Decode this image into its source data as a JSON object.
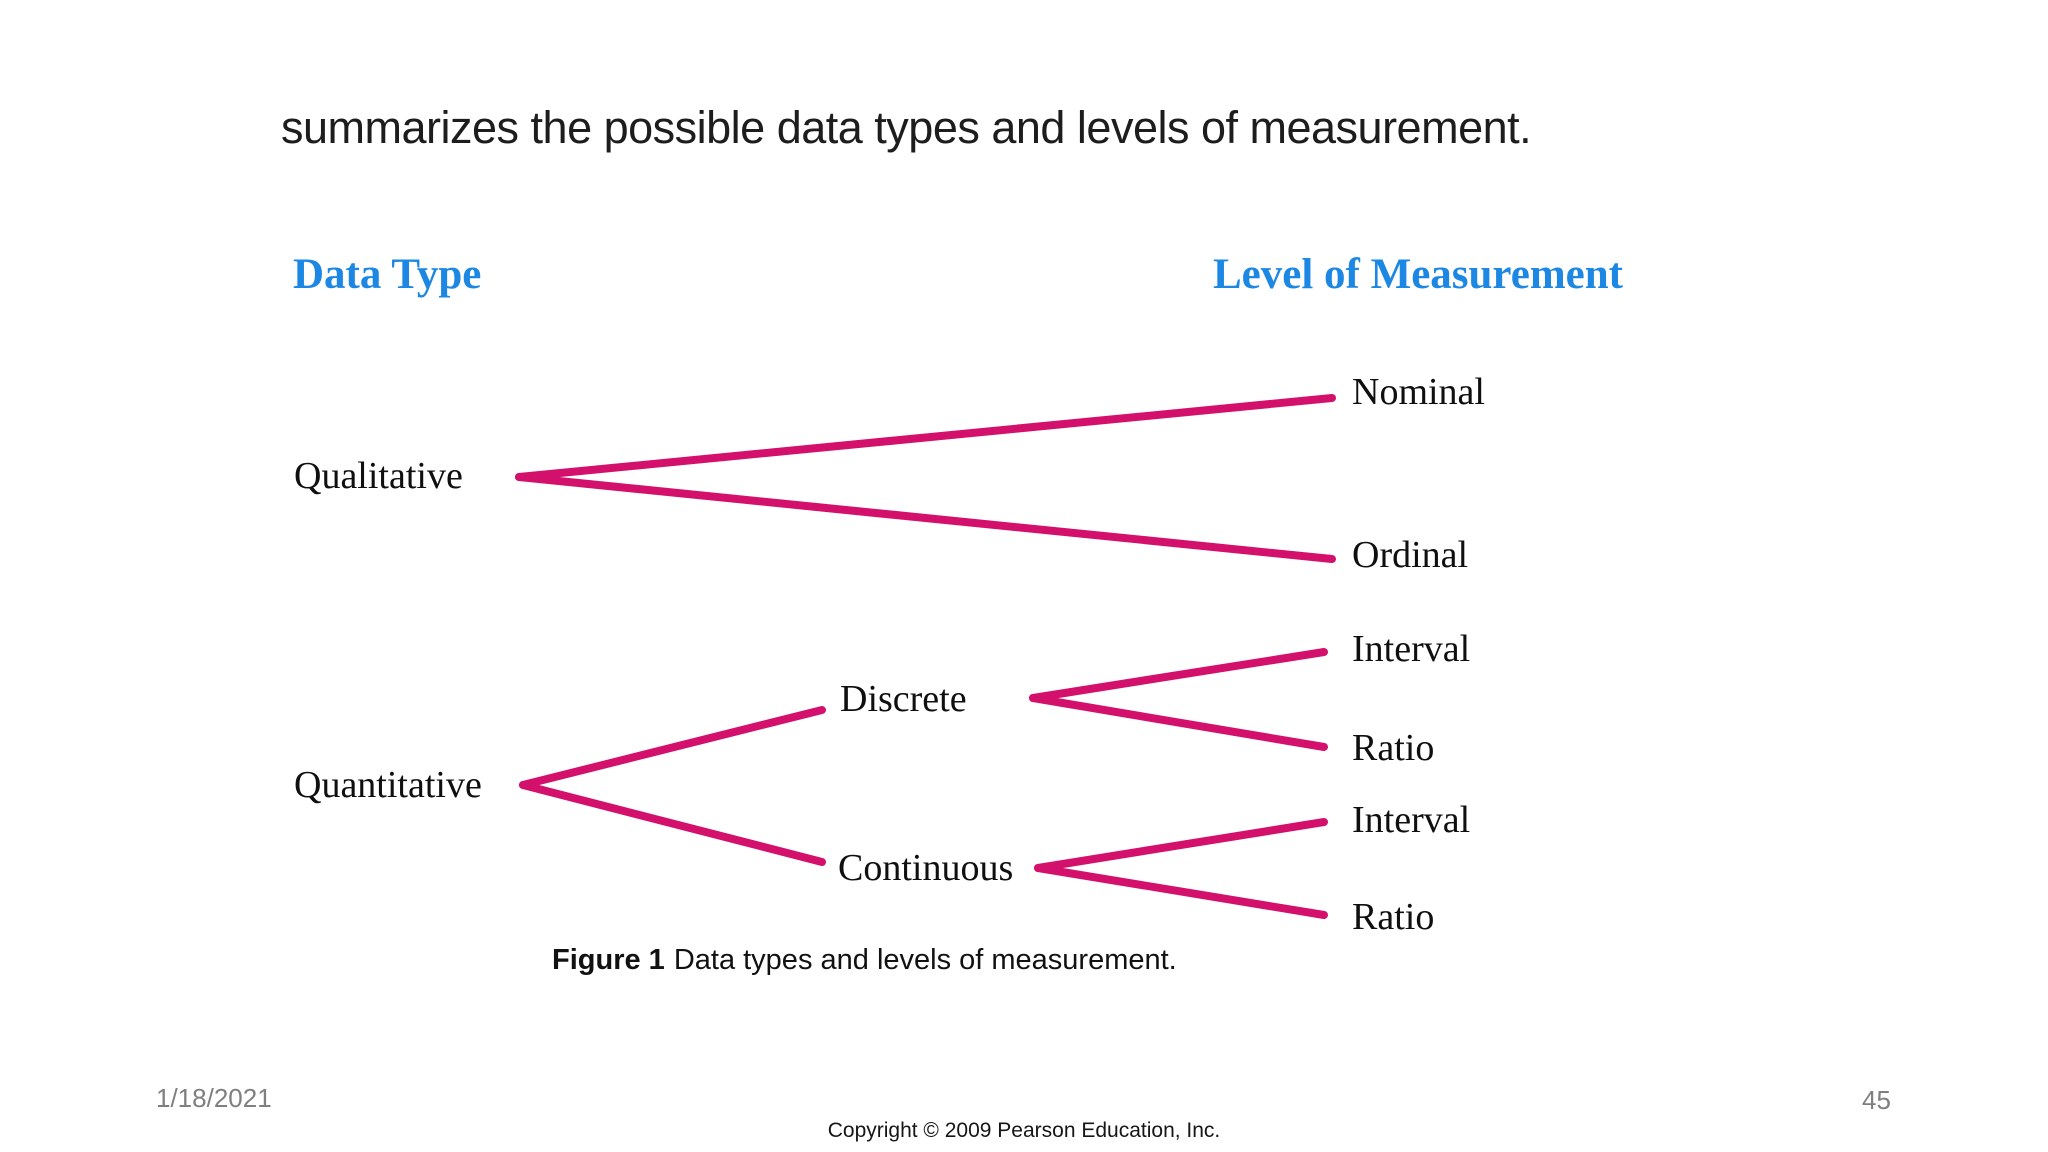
{
  "colors": {
    "accent_blue": "#1C88E4",
    "line_pink": "#D3106C",
    "footer_gray": "#7F7F7F"
  },
  "slide": {
    "lead_text": "summarizes the possible data types and levels of measurement."
  },
  "diagram": {
    "column_headers": {
      "left": "Data Type",
      "right": "Level of Measurement"
    },
    "nodes": {
      "qualitative": "Qualitative",
      "quantitative": "Quantitative",
      "discrete": "Discrete",
      "continuous": "Continuous"
    },
    "leaves": {
      "qualitative": [
        "Nominal",
        "Ordinal"
      ],
      "discrete": [
        "Interval",
        "Ratio"
      ],
      "continuous": [
        "Interval",
        "Ratio"
      ]
    }
  },
  "caption": {
    "label": "Figure 1",
    "text": "Data types and levels of measurement."
  },
  "footer": {
    "date": "1/18/2021",
    "slide_number": "45",
    "copyright": "Copyright © 2009 Pearson Education, Inc."
  }
}
